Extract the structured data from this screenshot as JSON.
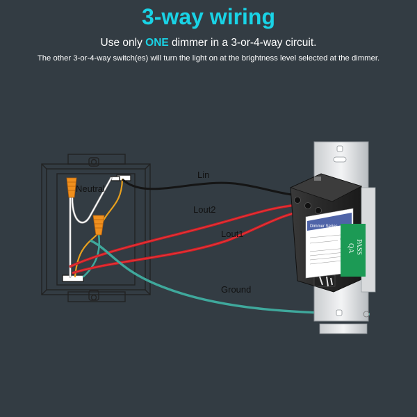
{
  "header": {
    "title": "3-way wiring",
    "subtitle_before": "Use only ",
    "subtitle_emph": "ONE",
    "subtitle_after": " dimmer in a 3-or-4-way circuit.",
    "note": "The other 3-or-4-way switch(es) will turn the light on at the brightness level selected at the dimmer."
  },
  "labels": {
    "neutral": "Neutral",
    "lin": "Lin",
    "lout2": "Lout2",
    "lout1": "Lout1",
    "ground": "Ground"
  },
  "dimmer": {
    "series": "Dimmer Series",
    "badge_line1": "QA",
    "badge_line2": "PASS"
  },
  "colors": {
    "accent": "#19d3e6",
    "background_top": "#333c43",
    "wire_hot": "#d01f26",
    "wire_line": "#151515",
    "wire_ground": "#3fa89c",
    "wire_nut": "#f0901e",
    "qa_badge": "#1c9a55"
  }
}
